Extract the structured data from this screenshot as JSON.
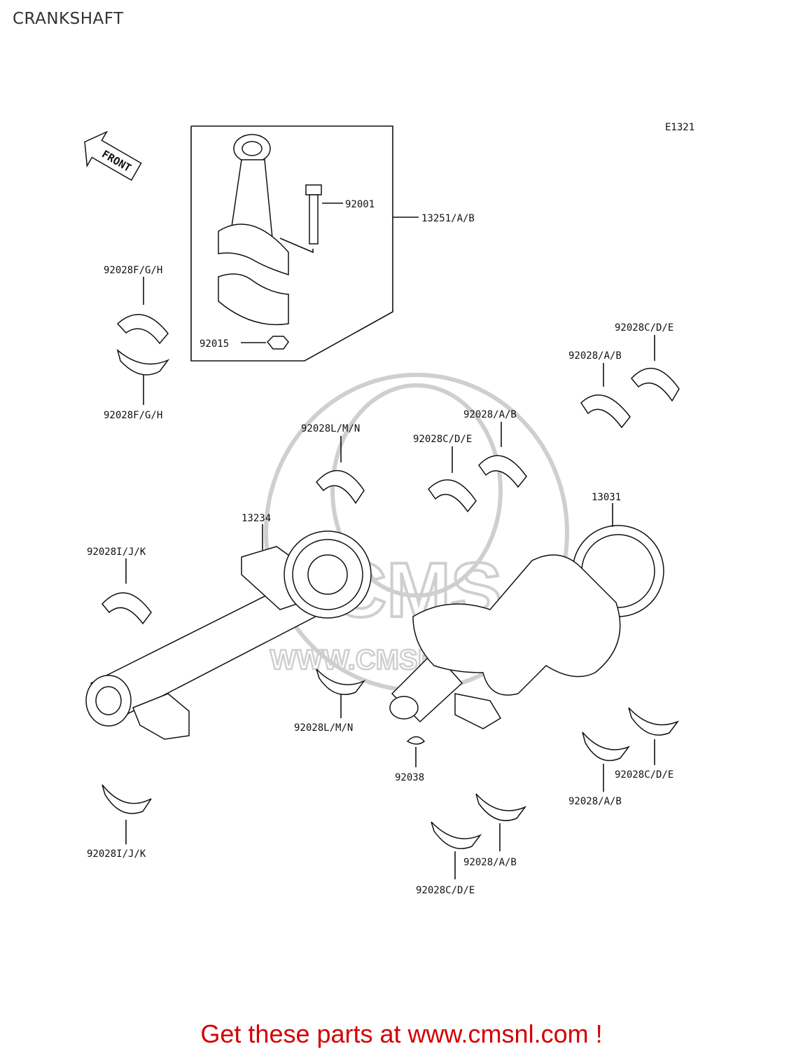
{
  "page": {
    "title": "CRANKSHAFT",
    "figure_code": "E1321",
    "front_label": "FRONT"
  },
  "watermark": {
    "url_text": "WWW.CMSNL.COM",
    "brand_text": "CMS"
  },
  "callouts": [
    {
      "id": "92001",
      "text": "92001"
    },
    {
      "id": "13251",
      "text": "13251/A/B"
    },
    {
      "id": "92015",
      "text": "92015"
    },
    {
      "id": "fgh_top",
      "text": "92028F/G/H"
    },
    {
      "id": "fgh_bottom",
      "text": "92028F/G/H"
    },
    {
      "id": "cde_right_top",
      "text": "92028C/D/E"
    },
    {
      "id": "ab_right_top",
      "text": "92028/A/B"
    },
    {
      "id": "lmn_top",
      "text": "92028L/M/N"
    },
    {
      "id": "ab_mid_top",
      "text": "92028/A/B"
    },
    {
      "id": "cde_mid_top",
      "text": "92028C/D/E"
    },
    {
      "id": "13234",
      "text": "13234"
    },
    {
      "id": "13031",
      "text": "13031"
    },
    {
      "id": "ijk_top",
      "text": "92028I/J/K"
    },
    {
      "id": "lmn_bottom",
      "text": "92028L/M/N"
    },
    {
      "id": "92038",
      "text": "92038"
    },
    {
      "id": "cde_right_bottom",
      "text": "92028C/D/E"
    },
    {
      "id": "ab_right_bottom",
      "text": "92028/A/B"
    },
    {
      "id": "ijk_bottom",
      "text": "92028I/J/K"
    },
    {
      "id": "ab_mid_bottom",
      "text": "92028/A/B"
    },
    {
      "id": "cde_mid_bottom",
      "text": "92028C/D/E"
    }
  ],
  "footer": {
    "text": "Get these parts at www.cmsnl.com !",
    "color": "#d40000"
  }
}
